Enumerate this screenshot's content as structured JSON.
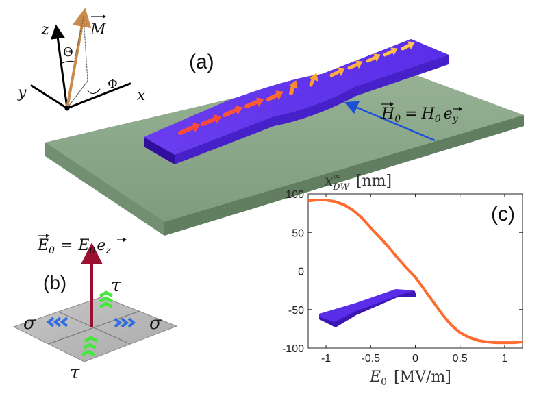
{
  "panels": {
    "a": "(a)",
    "b": "(b)",
    "c": "(c)"
  },
  "axes_inset": {
    "z": "z",
    "y": "y",
    "x": "x",
    "M": "M",
    "theta": "Θ",
    "phi": "Φ"
  },
  "field_H": {
    "lhs": "H",
    "lhs_sub": "0",
    "eq": "=",
    "rhs": "H",
    "rhs_sub": "0",
    "unit_vec": "e",
    "unit_sub": "y"
  },
  "field_E": {
    "lhs": "E",
    "lhs_sub": "0",
    "eq": "=",
    "rhs": "E",
    "rhs_sub": "0",
    "unit_vec": "e",
    "unit_sub": "z"
  },
  "stress_labels": {
    "tau_top": "τ",
    "tau_bottom": "τ",
    "sigma_left": "σ",
    "sigma_right": "σ"
  },
  "colors": {
    "substrate_top": "#8aa689",
    "substrate_front": "#6f8c6e",
    "strip": "#5a2ee8",
    "strip_side": "#3b17b5",
    "curve": "#ff6a2e",
    "E_arrow": "#9b1030",
    "H_arrow": "#1a4fd6",
    "green_chevron": "#44e83a",
    "blue_chevron": "#2f6de0"
  },
  "chart_data": {
    "type": "line",
    "title": "x^∞_DW [nm]",
    "title_main": "x",
    "title_sup": "∞",
    "title_sub": "DW",
    "title_unit": "[nm]",
    "xlabel": "E",
    "xlabel_sub": "0",
    "xlabel_unit": "[MV/m]",
    "xlim": [
      -1.2,
      1.2
    ],
    "ylim": [
      -100,
      100
    ],
    "x_ticks": [
      "-1",
      "-0.5",
      "0",
      "0.5",
      "1"
    ],
    "x_tick_values": [
      -1,
      -0.5,
      0,
      0.5,
      1
    ],
    "y_ticks": [
      "100",
      "50",
      "0",
      "-50",
      "-100"
    ],
    "y_tick_values": [
      100,
      50,
      0,
      -50,
      -100
    ],
    "series": [
      {
        "x": [
          -1.2,
          -1.1,
          -1.0,
          -0.9,
          -0.8,
          -0.7,
          -0.6,
          -0.5,
          -0.4,
          -0.3,
          -0.2,
          -0.1,
          0.0,
          0.1,
          0.2,
          0.3,
          0.4,
          0.5,
          0.6,
          0.7,
          0.8,
          0.9,
          1.0,
          1.1,
          1.2
        ],
        "y": [
          91,
          92,
          92,
          90,
          86,
          79,
          69,
          56,
          44,
          31,
          17,
          4,
          -8,
          -24,
          -40,
          -56,
          -70,
          -80,
          -86,
          -90,
          -92,
          -93,
          -93,
          -93,
          -92
        ]
      }
    ]
  }
}
